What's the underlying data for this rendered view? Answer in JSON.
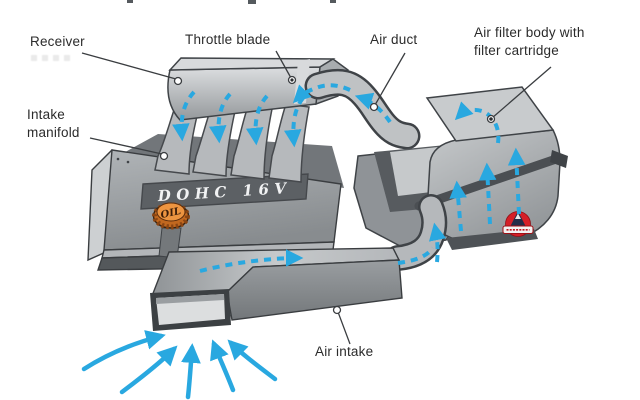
{
  "labels": {
    "receiver": "Receiver",
    "throttle_blade": "Throttle blade",
    "air_duct": "Air duct",
    "air_filter_body": "Air filter body with filter cartridge",
    "intake_manifold": "Intake manifold",
    "air_intake": "Air intake"
  },
  "engine": {
    "valve_cover_badge": "DOHC  16V",
    "oil_cap_label": "OIL"
  },
  "colors": {
    "airflow_arrow_blue": "#29A8E0",
    "oil_cap_orange": "#E8883A",
    "brand_logo_red": "#D51F27",
    "metal_light": "#C9CCCE",
    "metal_mid": "#A7ABAE",
    "metal_dark": "#55595D",
    "outline_dark": "#3A3D40",
    "label_text": "#2B2B2B"
  },
  "icons": {
    "leader_dot": "small circle marking labeled part",
    "dashed_arrow": "blue dashed airflow arrow",
    "solid_arrow": "blue solid incoming-air arrow",
    "brand_logo": "red circular badge with dark mountain emblem"
  }
}
